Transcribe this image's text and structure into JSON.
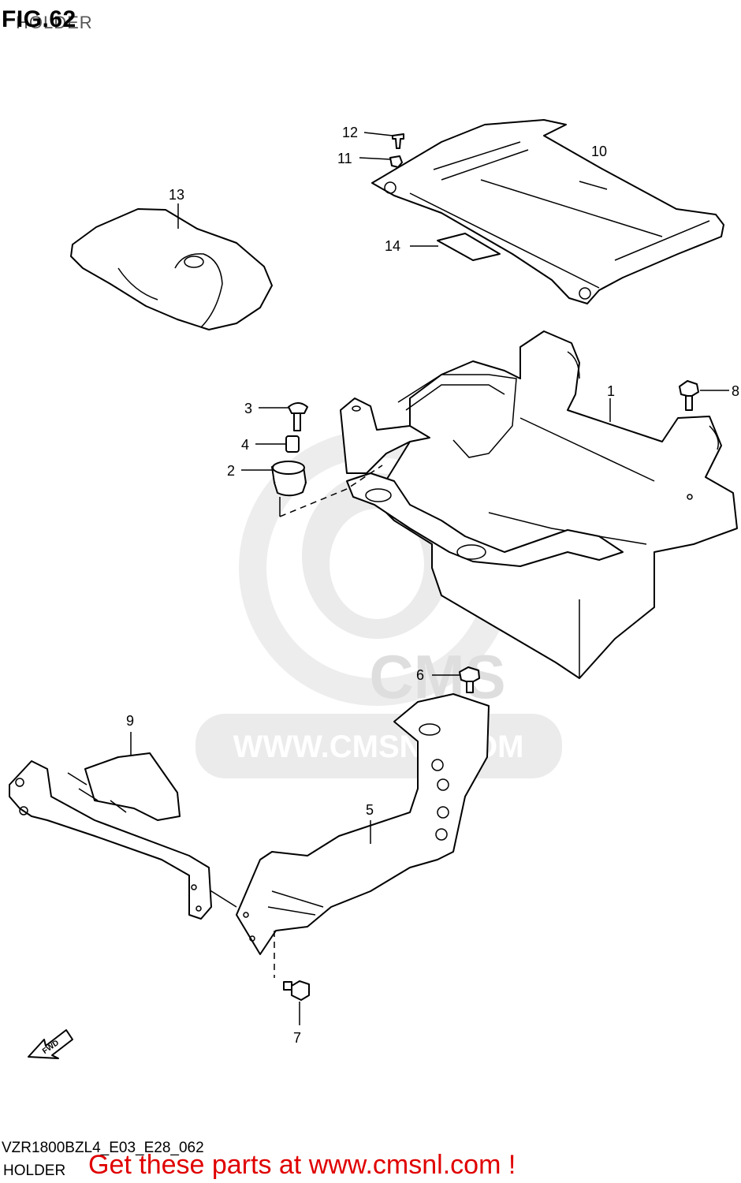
{
  "figure": {
    "title": "FIG.62",
    "subtitle": "HOLDER"
  },
  "watermark": {
    "logo_text": "CMS",
    "url_text": "WWW.CMSNL.COM",
    "color": "#dedede"
  },
  "callouts": {
    "c1": "1",
    "c2": "2",
    "c3": "3",
    "c4": "4",
    "c5": "5",
    "c6": "6",
    "c7": "7",
    "c8": "8",
    "c9": "9",
    "c10": "10",
    "c11": "11",
    "c12": "12",
    "c13": "13",
    "c14": "14"
  },
  "fwd_arrow": {
    "label": "FWD"
  },
  "footer": {
    "diagram_code": "VZR1800BZL4_E03_E28_062",
    "title": "HOLDER",
    "promo": "Get these parts at www.cmsnl.com !",
    "promo_color": "#e00000"
  }
}
